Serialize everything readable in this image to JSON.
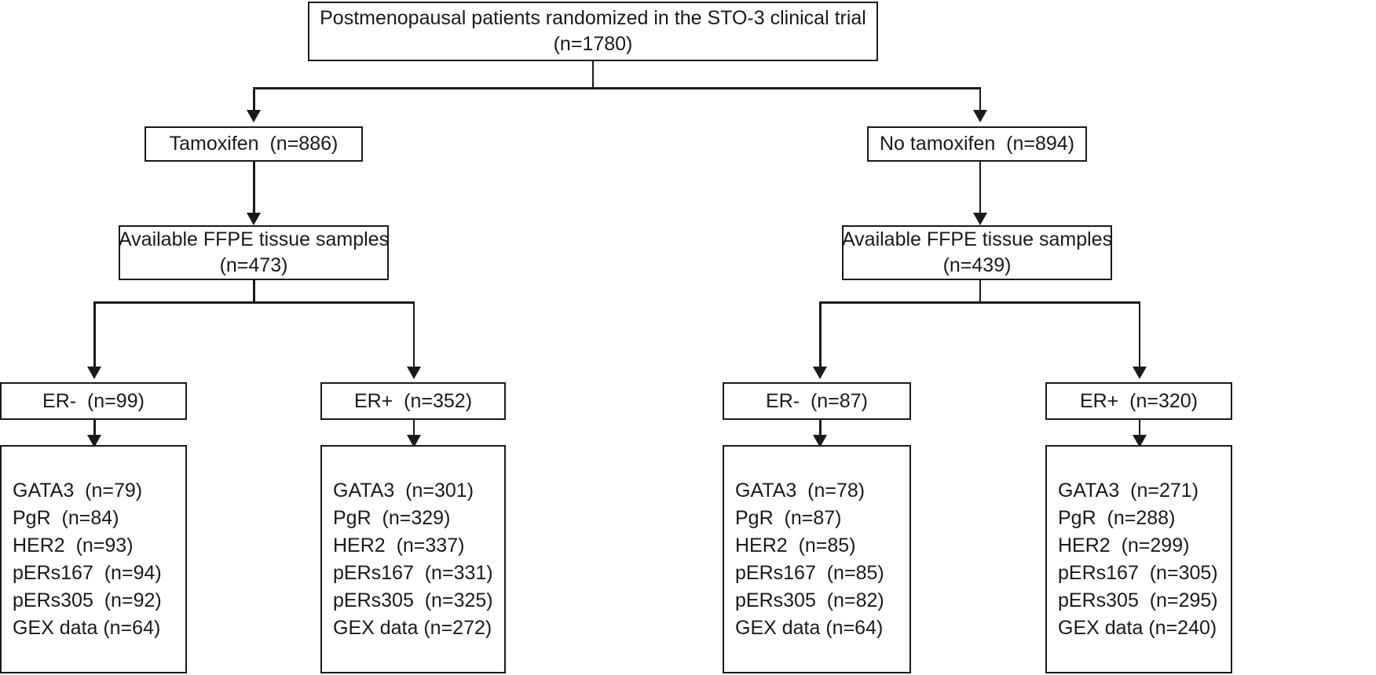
{
  "diagram": {
    "type": "flowchart",
    "title": "STO-3 clinical trial patient flow",
    "colors": {
      "stroke": "#1a1a1a",
      "background": "#ffffff"
    },
    "root": {
      "line1": "Postmenopausal patients randomized in the STO-3 clinical trial",
      "line2": "(n=1780)",
      "n": 1780
    },
    "arms": [
      {
        "label": "Tamoxifen  (n=886)",
        "n": 886
      },
      {
        "label": "No tamoxifen  (n=894)",
        "n": 894
      }
    ],
    "ffpe": [
      {
        "line1": "Available FFPE tissue samples",
        "line2": "(n=473)",
        "n": 473
      },
      {
        "line1": "Available FFPE tissue samples",
        "line2": "(n=439)",
        "n": 439
      }
    ],
    "er_groups": [
      {
        "label": "ER-  (n=99)",
        "n": 99
      },
      {
        "label": "ER+  (n=352)",
        "n": 352
      },
      {
        "label": "ER-  (n=87)",
        "n": 87
      },
      {
        "label": "ER+  (n=320)",
        "n": 320
      }
    ],
    "assays": [
      {
        "lines": [
          "GATA3  (n=79)",
          "PgR  (n=84)",
          "HER2  (n=93)",
          "pERs167  (n=94)",
          "pERs305  (n=92)",
          "GEX data (n=64)"
        ]
      },
      {
        "lines": [
          "GATA3  (n=301)",
          "PgR  (n=329)",
          "HER2  (n=337)",
          "pERs167  (n=331)",
          "pERs305  (n=325)",
          "GEX data (n=272)"
        ]
      },
      {
        "lines": [
          "GATA3  (n=78)",
          "PgR  (n=87)",
          "HER2  (n=85)",
          "pERs167  (n=85)",
          "pERs305  (n=82)",
          "GEX data (n=64)"
        ]
      },
      {
        "lines": [
          "GATA3  (n=271)",
          "PgR  (n=288)",
          "HER2  (n=299)",
          "pERs167  (n=305)",
          "pERs305  (n=295)",
          "GEX data (n=240)"
        ]
      }
    ]
  }
}
